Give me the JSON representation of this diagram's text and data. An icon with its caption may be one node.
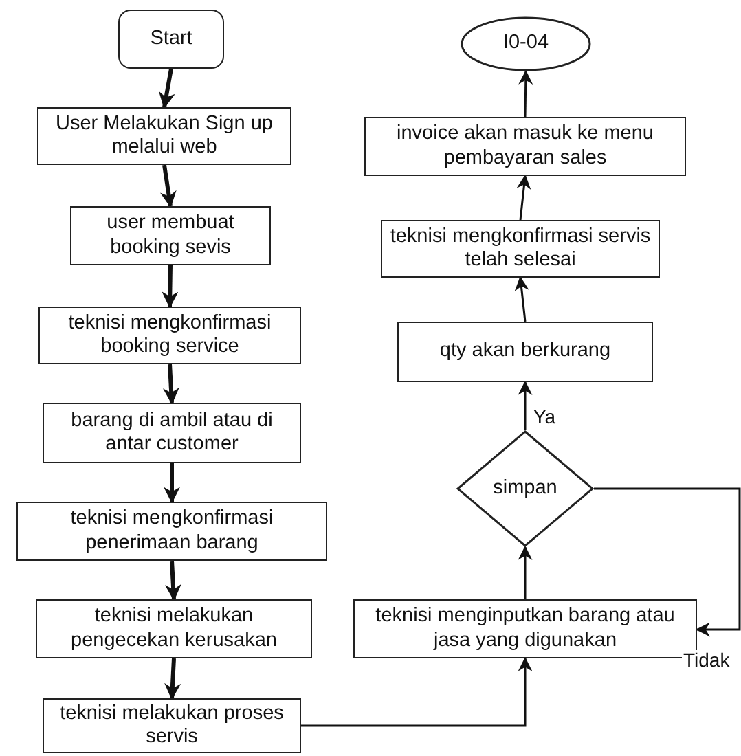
{
  "diagram": {
    "nodes": [
      {
        "text": [
          "Start"
        ]
      },
      {
        "text": [
          "User Melakukan Sign up melalui web"
        ]
      },
      {
        "text": [
          "user membuat booking sevis"
        ]
      },
      {
        "text": [
          "teknisi mengkonfirmasi booking service"
        ]
      },
      {
        "text": [
          "barang di ambil atau di antar customer"
        ]
      },
      {
        "text": [
          "teknisi mengkonfirmasi penerimaan barang"
        ]
      },
      {
        "text": [
          "teknisi melakukan pengecekan kerusakan"
        ]
      },
      {
        "text": [
          "teknisi melakukan proses servis"
        ]
      },
      {
        "text": [
          "I0-04"
        ]
      },
      {
        "text": [
          "invoice akan masuk ke menu pembayaran sales"
        ]
      },
      {
        "text": [
          "teknisi mengkonfirmasi servis telah selesai"
        ]
      },
      {
        "text": [
          "qty akan berkurang"
        ]
      },
      {
        "text": [
          "simpan"
        ]
      },
      {
        "text": [
          "teknisi menginputkan barang atau jasa yang digunakan"
        ]
      }
    ],
    "edges": [
      {
        "from": 0,
        "to": 1,
        "arrow": "to",
        "style": "thick"
      },
      {
        "from": 1,
        "to": 2,
        "arrow": "to",
        "style": "thick"
      },
      {
        "from": 2,
        "to": 3,
        "arrow": "to",
        "style": "thick"
      },
      {
        "from": 3,
        "to": 4,
        "arrow": "to",
        "style": "thick"
      },
      {
        "from": 4,
        "to": 5,
        "arrow": "to",
        "style": "thick"
      },
      {
        "from": 5,
        "to": 6,
        "arrow": "to",
        "style": "thick"
      },
      {
        "from": 6,
        "to": 7,
        "arrow": "to",
        "style": "thick"
      },
      {
        "from": 7,
        "to": 13,
        "arrow": "to"
      },
      {
        "from": 13,
        "to": 12,
        "arrow": "to"
      },
      {
        "from": 12,
        "to": 11,
        "arrow": "to",
        "label": "Ya"
      },
      {
        "from": 12,
        "to": 13,
        "arrow": "to",
        "label": "Tidak"
      },
      {
        "from": 11,
        "to": 10,
        "arrow": "to"
      },
      {
        "from": 10,
        "to": 9,
        "arrow": "to"
      },
      {
        "from": 9,
        "to": 8,
        "arrow": "to"
      }
    ]
  }
}
